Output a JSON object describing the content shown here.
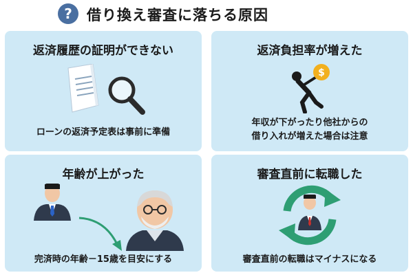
{
  "header": {
    "icon_glyph": "?",
    "title": "借り換え審査に落ちる原因"
  },
  "panels": [
    {
      "title": "返済履歴の証明ができない",
      "caption_lines": [
        "ローンの返済予定表は事前に準備"
      ],
      "icon": "document-magnifier-icon"
    },
    {
      "title": "返済負担率が増えた",
      "caption_lines": [
        "年収が下がったり他社からの",
        "借り入れが増えた場合は注意"
      ],
      "icon": "person-dragging-money-bag-icon"
    },
    {
      "title": "年齢が上がった",
      "caption_lines": [
        "完済時の年齢－15歳を目安にする"
      ],
      "icon": "young-to-old-man-icon"
    },
    {
      "title": "審査直前に転職した",
      "caption_lines": [
        "審査直前の転職はマイナスになる"
      ],
      "icon": "job-change-cycle-icon"
    }
  ],
  "colors": {
    "panel_bg": "#cfe9f6",
    "accent_blue": "#4a6fa1",
    "arrow_green": "#2e9e73",
    "coin_gold": "#f2b01e"
  }
}
